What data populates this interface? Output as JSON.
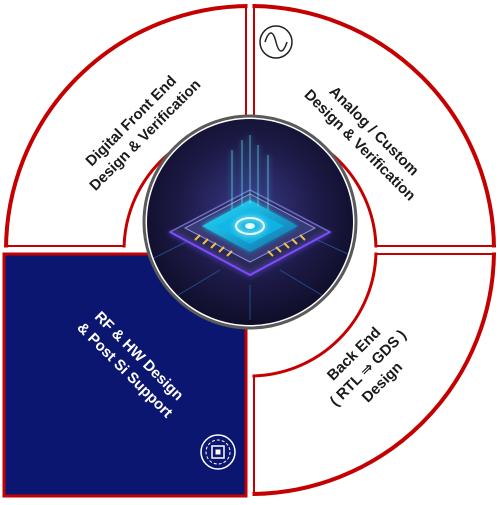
{
  "quadrants": {
    "top_left": {
      "lines": [
        "Digital Front End",
        "Design & Verification"
      ],
      "text_color": "#1a1a1a"
    },
    "top_right": {
      "lines": [
        "Analog / Custom",
        "Design & Verification"
      ],
      "text_color": "#1a1a1a",
      "icon": "sine-wave-icon"
    },
    "bottom_right": {
      "lines": [
        "Back End",
        "( RTL ⇒ GDS )",
        "Design"
      ],
      "text_color": "#1a1a1a"
    },
    "bottom_left": {
      "lines": [
        "RF & HW Design",
        "& Post Si Support"
      ],
      "text_color": "#ffffff",
      "icon": "chip-gear-icon",
      "fill": "#0b1670"
    }
  },
  "center": {
    "image": "glowing-microchip"
  },
  "colors": {
    "border": "#c40000",
    "highlight_fill": "#0b1670",
    "center_bg": "#1a1638"
  }
}
